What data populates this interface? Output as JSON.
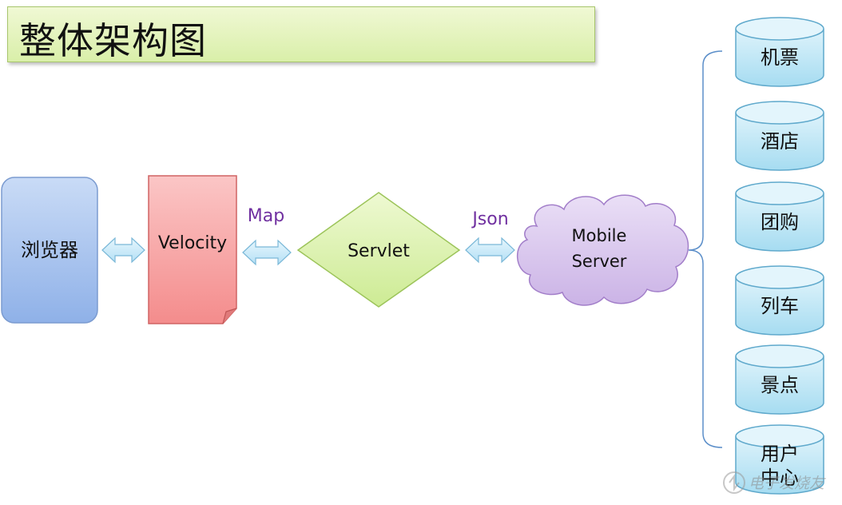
{
  "title": "整体架构图",
  "nodes": {
    "browser": "浏览器",
    "velocity": "Velocity",
    "servlet": "Servlet",
    "mobile_server_line1": "Mobile",
    "mobile_server_line2": "Server"
  },
  "edge_labels": {
    "map": "Map",
    "json": "Json"
  },
  "databases": [
    "机票",
    "酒店",
    "团购",
    "列车",
    "景点",
    "用户中心"
  ],
  "watermark": "电子发烧友",
  "colors": {
    "browser_fill": "#a9c4ee",
    "velocity_fill": "#f9a3a3",
    "servlet_fill": "#d9f2a6",
    "cloud_fill": "#d9c5ec",
    "db_fill": "#bfe6f5",
    "arrow_fill": "#cdeaf8",
    "edge_label": "#7030a0"
  }
}
